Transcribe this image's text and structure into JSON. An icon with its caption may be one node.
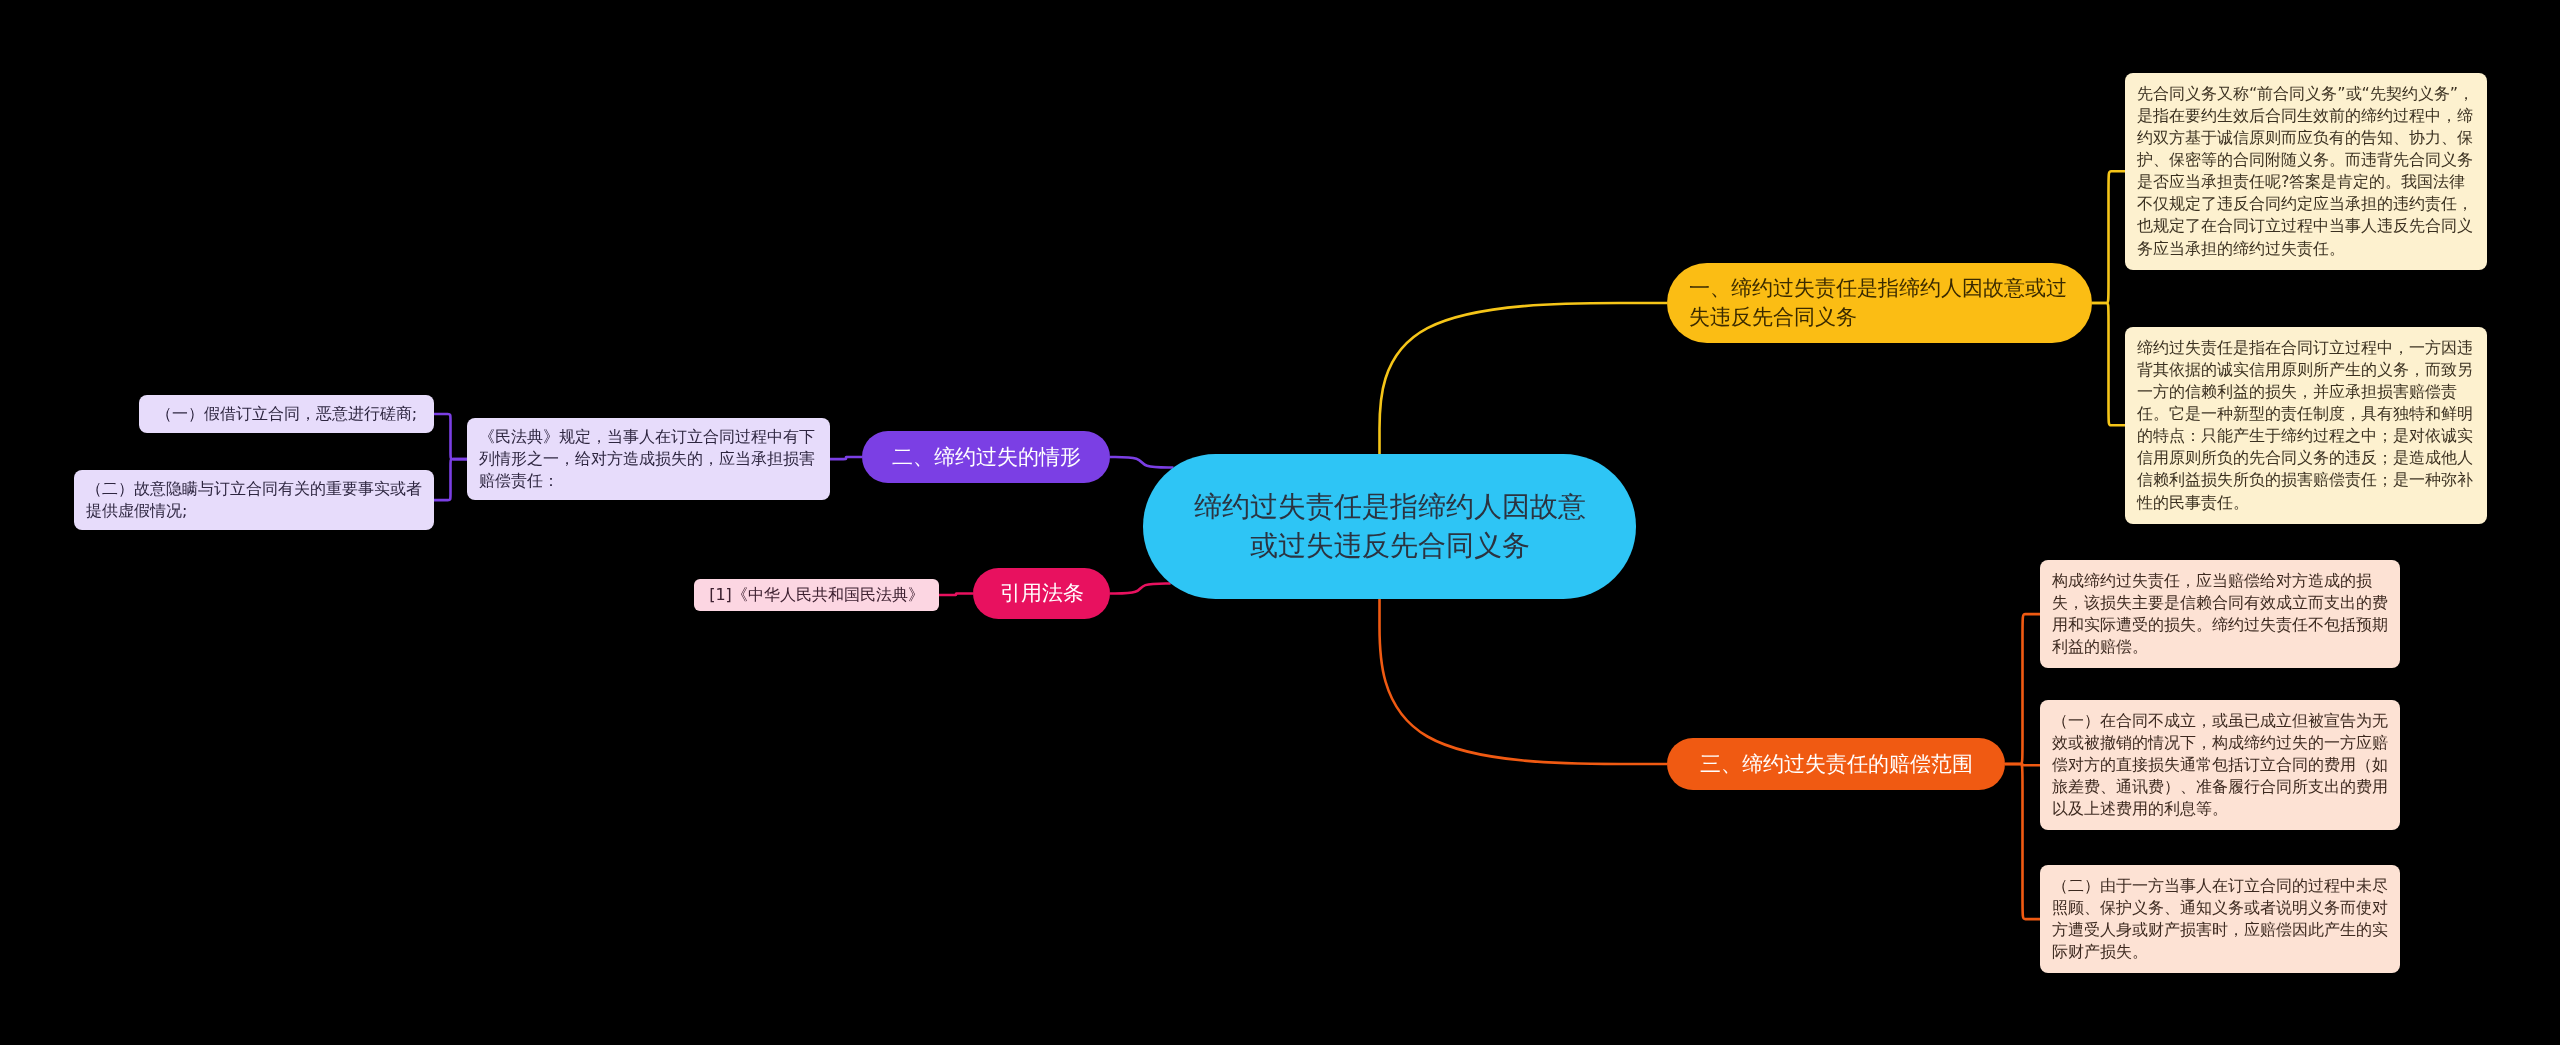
{
  "diagram": {
    "nodes": [
      {
        "text": [
          "缔约过失责任是指缔约人因故意或过失违反先合同义务"
        ]
      },
      {
        "text": [
          "一、缔约过失责任是指缔约人因故意或过失违反先合同义务"
        ]
      },
      {
        "text": [
          "先合同义务又称“前合同义务”或“先契约义务”，是指在要约生效后合同生效前的缔约过程中，缔约双方基于诚信原则而应负有的告知、协力、保护、保密等的合同附随义务。而违背先合同义务是否应当承担责任呢?答案是肯定的。我国法律不仅规定了违反合同约定应当承担的违约责任，也规定了在合同订立过程中当事人违反先合同义务应当承担的缔约过失责任。"
        ]
      },
      {
        "text": [
          "缔约过失责任是指在合同订立过程中，一方因违背其依据的诚实信用原则所产生的义务，而致另一方的信赖利益的损失，并应承担损害赔偿责任。它是一种新型的责任制度，具有独特和鲜明的特点：只能产生于缔约过程之中；是对依诚实信用原则所负的先合同义务的违反；是造成他人信赖利益损失所负的损害赔偿责任；是一种弥补性的民事责任。"
        ]
      },
      {
        "text": [
          "二、缔约过失的情形"
        ]
      },
      {
        "text": [
          "《民法典》规定，当事人在订立合同过程中有下列情形之一，给对方造成损失的，应当承担损害赔偿责任："
        ]
      },
      {
        "text": [
          "（一）假借订立合同，恶意进行磋商;"
        ]
      },
      {
        "text": [
          "（二）故意隐瞒与订立合同有关的重要事实或者提供虚假情况;"
        ]
      },
      {
        "text": [
          "引用法条"
        ]
      },
      {
        "text": [
          "[1]《中华人民共和国民法典》"
        ]
      },
      {
        "text": [
          "三、缔约过失责任的赔偿范围"
        ]
      },
      {
        "text": [
          "构成缔约过失责任，应当赔偿给对方造成的损失，该损失主要是信赖合同有效成立而支出的费用和实际遭受的损失。缔约过失责任不包括预期利益的赔偿。"
        ]
      },
      {
        "text": [
          "（一）在合同不成立，或虽已成立但被宣告为无效或被撤销的情况下，构成缔约过失的一方应赔偿对方的直接损失通常包括订立合同的费用（如旅差费、通讯费）、准备履行合同所支出的费用以及上述费用的利息等。"
        ]
      },
      {
        "text": [
          "（二）由于一方当事人在订立合同的过程中未尽照顾、保护义务、通知义务或者说明义务而使对方遭受人身或财产损害时，应赔偿因此产生的实际财产损失。"
        ]
      }
    ],
    "edges": [
      {
        "from": 0,
        "to": 1,
        "arrow": "none",
        "color": "#f5c518"
      },
      {
        "from": 1,
        "to": 2,
        "arrow": "none",
        "color": "#f5c518"
      },
      {
        "from": 1,
        "to": 3,
        "arrow": "none",
        "color": "#f5c518"
      },
      {
        "from": 0,
        "to": 4,
        "arrow": "none",
        "color": "#7b3fe4"
      },
      {
        "from": 4,
        "to": 5,
        "arrow": "none",
        "color": "#7b3fe4"
      },
      {
        "from": 5,
        "to": 6,
        "arrow": "none",
        "color": "#7b3fe4"
      },
      {
        "from": 5,
        "to": 7,
        "arrow": "none",
        "color": "#7b3fe4"
      },
      {
        "from": 0,
        "to": 8,
        "arrow": "none",
        "color": "#e8115f"
      },
      {
        "from": 8,
        "to": 9,
        "arrow": "none",
        "color": "#e8115f"
      },
      {
        "from": 0,
        "to": 10,
        "arrow": "none",
        "color": "#f05a12"
      },
      {
        "from": 10,
        "to": 11,
        "arrow": "none",
        "color": "#f05a12"
      },
      {
        "from": 10,
        "to": 12,
        "arrow": "none",
        "color": "#f05a12"
      },
      {
        "from": 10,
        "to": 13,
        "arrow": "none",
        "color": "#f05a12"
      }
    ]
  }
}
